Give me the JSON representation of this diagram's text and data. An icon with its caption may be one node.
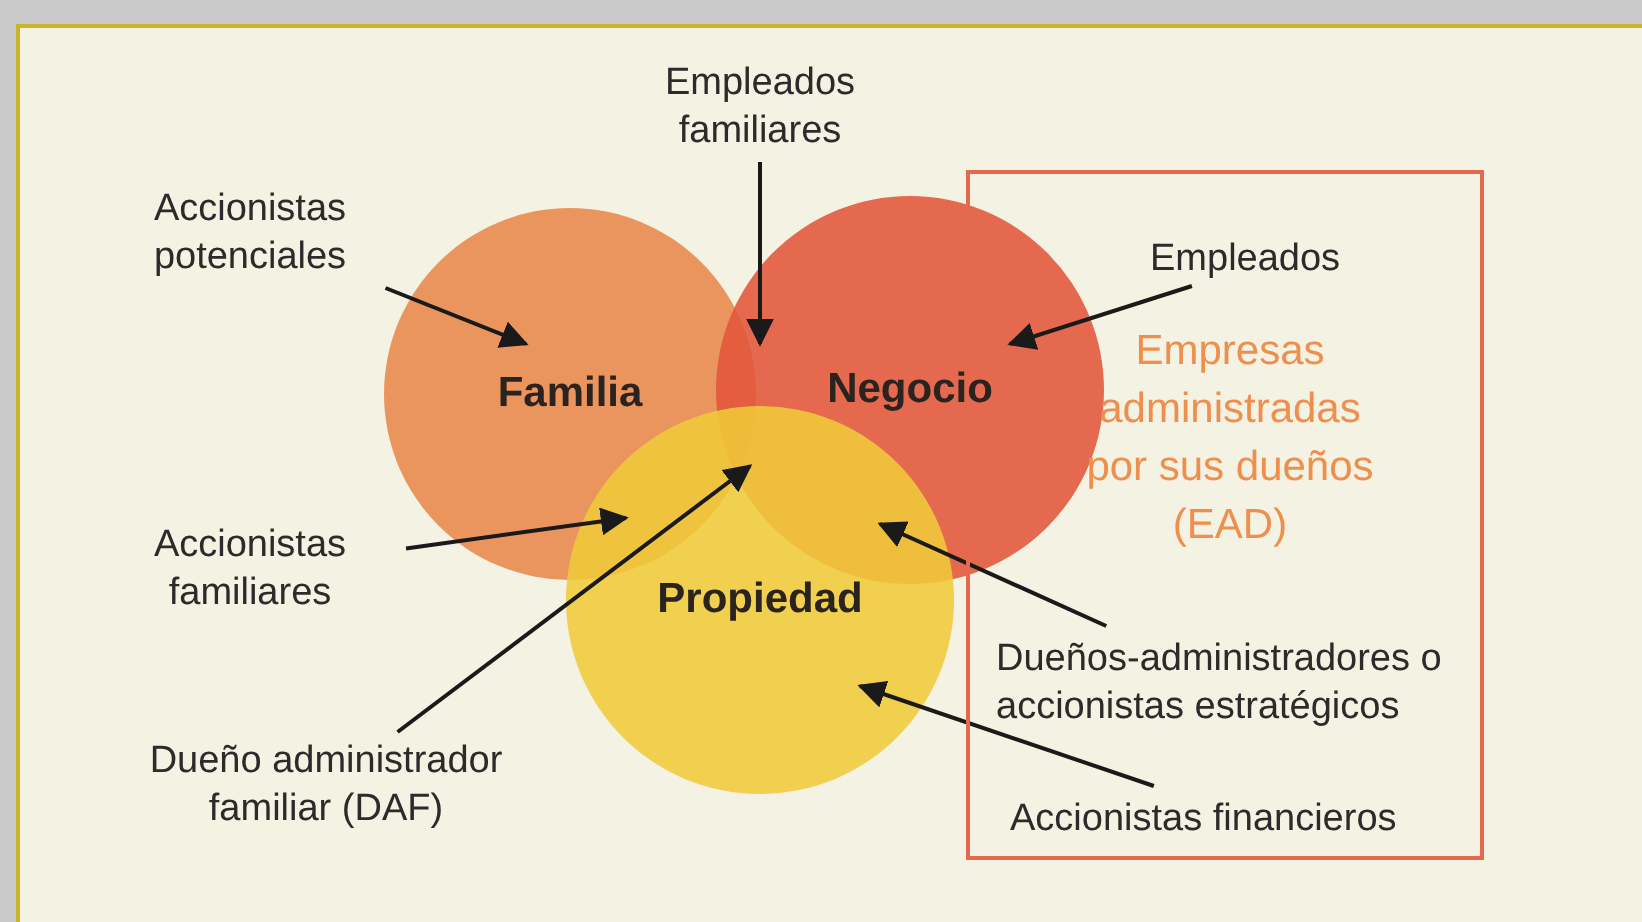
{
  "diagram": {
    "nodes": [
      {
        "text": [
          "Familia"
        ]
      },
      {
        "text": [
          "Negocio"
        ]
      },
      {
        "text": [
          "Propiedad"
        ]
      },
      {
        "text": [
          "Empresas administradas por sus dueños (EAD)"
        ]
      },
      {
        "text": [
          "Empleados familiares"
        ]
      },
      {
        "text": [
          "Accionistas potenciales"
        ]
      },
      {
        "text": [
          "Empleados"
        ],
        "in": 3
      },
      {
        "text": [
          "Accionistas familiares"
        ]
      },
      {
        "text": [
          "Dueño administrador familiar (DAF)"
        ]
      },
      {
        "text": [
          "Dueños-administradores o accionistas estratégicos"
        ],
        "in": 3
      },
      {
        "text": [
          "Accionistas financieros"
        ],
        "in": 3
      }
    ],
    "edges": [
      {
        "from": 4,
        "to": 0,
        "arrow": "to"
      },
      {
        "from": 5,
        "to": 0,
        "arrow": "to"
      },
      {
        "from": 6,
        "to": 1,
        "arrow": "to"
      },
      {
        "from": 7,
        "to": 0,
        "arrow": "to"
      },
      {
        "from": 8,
        "to": 0,
        "arrow": "to"
      },
      {
        "from": 9,
        "to": 1,
        "arrow": "to"
      },
      {
        "from": 10,
        "to": 2,
        "arrow": "to"
      }
    ]
  }
}
